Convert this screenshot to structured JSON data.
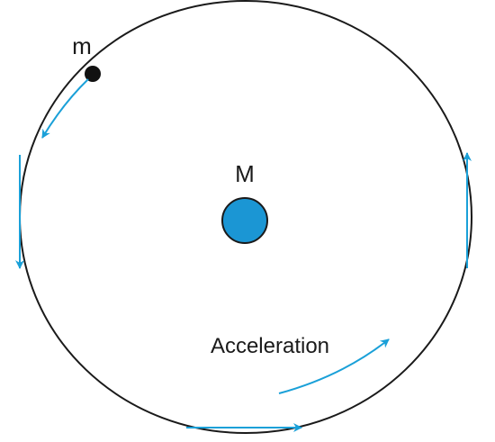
{
  "labels": {
    "small_mass": "m",
    "large_mass": "M",
    "acceleration": "Acceleration"
  },
  "colors": {
    "orbit": "#1a1a1a",
    "arrow": "#1aa0d8",
    "central_body_fill": "#1b96d4",
    "central_body_stroke": "#1a1a1a",
    "satellite": "#111111",
    "text": "#1a1a1a"
  }
}
